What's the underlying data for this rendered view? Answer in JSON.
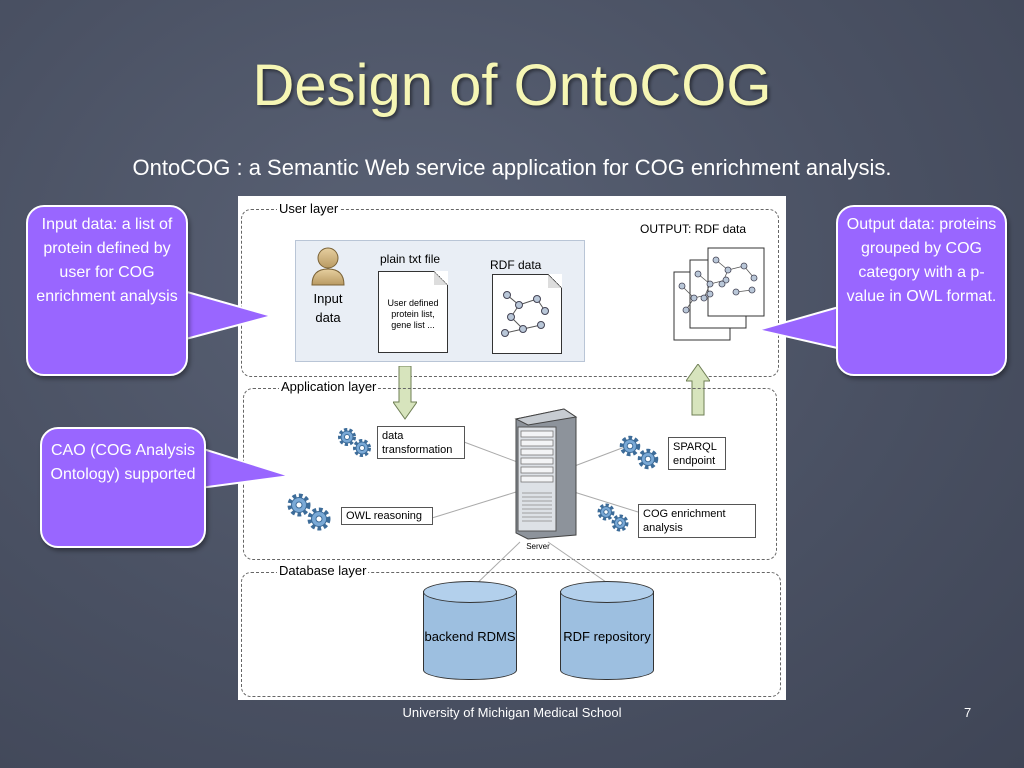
{
  "slide": {
    "title": "Design of OntoCOG",
    "subtitle": "OntoCOG : a Semantic Web service application for COG enrichment analysis.",
    "footer": "University of Michigan Medical School",
    "page_number": "7"
  },
  "diagram": {
    "layers": {
      "user": "User layer",
      "application": "Application layer",
      "database": "Database layer"
    },
    "user_layer": {
      "input_label": "Input\ndata",
      "plain_txt_title": "plain txt file",
      "plain_txt_body": "User defined protein list, gene list ...",
      "rdf_title": "RDF data",
      "output_title": "OUTPUT: RDF data"
    },
    "application_layer": {
      "data_transformation": "data transformation",
      "owl_reasoning": "OWL reasoning",
      "sparql_endpoint": "SPARQL endpoint",
      "cog_enrichment": "COG enrichment analysis",
      "server_label": "Server"
    },
    "database_layer": {
      "backend": "backend RDMS",
      "rdf_repository": "RDF repository"
    }
  },
  "callouts": {
    "input": "Input data: a list of protein defined by user for COG enrichment analysis",
    "output": "Output data: proteins grouped by COG category with a p-value in OWL format.",
    "cao": "CAO (COG Analysis Ontology) supported"
  },
  "colors": {
    "title": "#f6f6b4",
    "callout": "#9966ff",
    "cylinder": "#9dbfe0",
    "arrow": "#d7e4bd"
  }
}
